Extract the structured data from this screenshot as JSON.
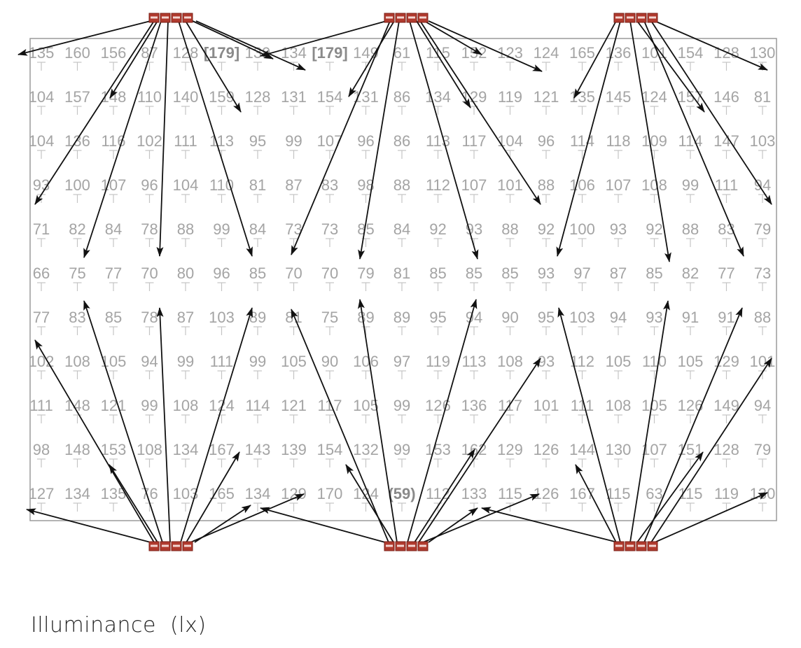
{
  "caption": "Illuminance  (lx)",
  "grid": {
    "rows": [
      [
        "135",
        "160",
        "156",
        "87",
        "128",
        "[179]",
        "139",
        "134",
        "[179]",
        "149",
        "61",
        "115",
        "152",
        "123",
        "124",
        "165",
        "136",
        "101",
        "154",
        "128",
        "130"
      ],
      [
        "104",
        "157",
        "148",
        "110",
        "140",
        "159",
        "128",
        "131",
        "154",
        "131",
        "86",
        "134",
        "129",
        "119",
        "121",
        "135",
        "145",
        "124",
        "157",
        "146",
        "81"
      ],
      [
        "104",
        "136",
        "116",
        "102",
        "111",
        "113",
        "95",
        "99",
        "107",
        "96",
        "86",
        "113",
        "117",
        "104",
        "96",
        "114",
        "118",
        "109",
        "114",
        "147",
        "103"
      ],
      [
        "93",
        "100",
        "107",
        "96",
        "104",
        "110",
        "81",
        "87",
        "83",
        "98",
        "88",
        "112",
        "107",
        "101",
        "88",
        "106",
        "107",
        "108",
        "99",
        "111",
        "94"
      ],
      [
        "71",
        "82",
        "84",
        "78",
        "88",
        "99",
        "84",
        "73",
        "73",
        "85",
        "84",
        "92",
        "93",
        "88",
        "92",
        "100",
        "93",
        "92",
        "88",
        "83",
        "79"
      ],
      [
        "66",
        "75",
        "77",
        "70",
        "80",
        "96",
        "85",
        "70",
        "70",
        "79",
        "81",
        "85",
        "85",
        "85",
        "93",
        "97",
        "87",
        "85",
        "82",
        "77",
        "73"
      ],
      [
        "77",
        "83",
        "85",
        "78",
        "87",
        "103",
        "89",
        "81",
        "75",
        "89",
        "89",
        "95",
        "94",
        "90",
        "95",
        "103",
        "94",
        "93",
        "91",
        "91",
        "88"
      ],
      [
        "102",
        "108",
        "105",
        "94",
        "99",
        "111",
        "99",
        "105",
        "90",
        "106",
        "97",
        "119",
        "113",
        "108",
        "93",
        "112",
        "105",
        "110",
        "105",
        "129",
        "101"
      ],
      [
        "111",
        "148",
        "121",
        "99",
        "108",
        "124",
        "114",
        "121",
        "117",
        "105",
        "99",
        "126",
        "136",
        "117",
        "101",
        "111",
        "108",
        "105",
        "126",
        "149",
        "94"
      ],
      [
        "98",
        "148",
        "153",
        "108",
        "134",
        "167",
        "143",
        "139",
        "154",
        "132",
        "99",
        "153",
        "162",
        "129",
        "126",
        "144",
        "130",
        "107",
        "151",
        "128",
        "79"
      ],
      [
        "127",
        "134",
        "135",
        "76",
        "103",
        "165",
        "134",
        "129",
        "170",
        "124",
        "(59)",
        "112",
        "133",
        "115",
        "126",
        "167",
        "115",
        "63",
        "115",
        "119",
        "130"
      ]
    ]
  },
  "colors": {
    "value_text": "#a4a4a4",
    "frame": "#9a9a9a",
    "arrow": "#111111",
    "luminaire": "#b03a2e"
  },
  "icons": {
    "luminaire": "led-strip-icon",
    "ray": "arrow-icon"
  }
}
